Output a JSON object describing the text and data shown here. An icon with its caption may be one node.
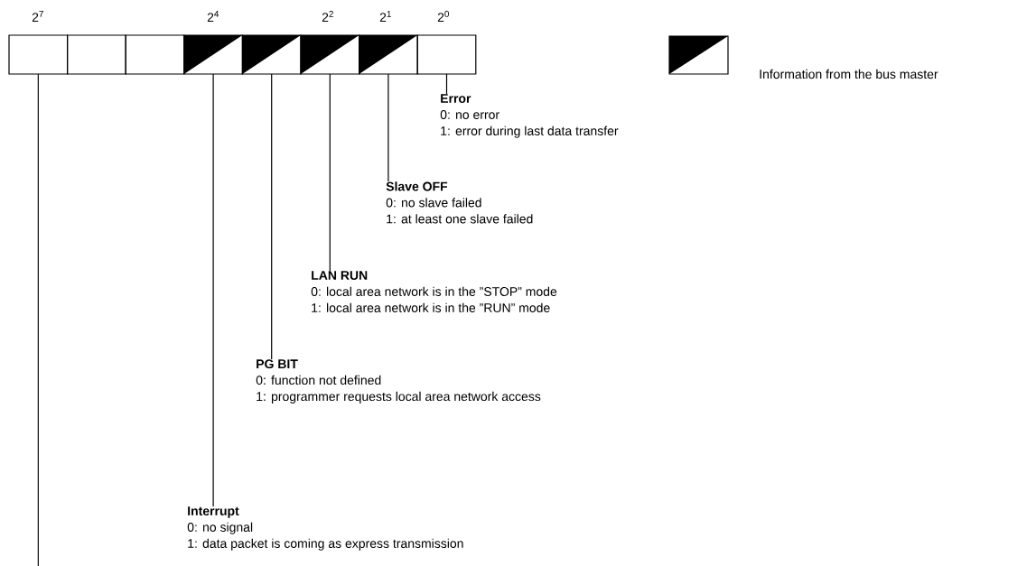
{
  "diagram": {
    "nodes": [
      {
        "text": [],
        "shape": "box"
      },
      {
        "text": [],
        "shape": "box"
      },
      {
        "text": [],
        "shape": "box"
      },
      {
        "text": [],
        "shape": "half-filled-box"
      },
      {
        "text": [],
        "shape": "half-filled-box"
      },
      {
        "text": [],
        "shape": "half-filled-box"
      },
      {
        "text": [],
        "shape": "half-filled-box"
      },
      {
        "text": [],
        "shape": "box"
      },
      {
        "text": [
          "Error",
          "0: no error",
          "1: error during last data transfer"
        ]
      },
      {
        "text": [
          "Slave OFF",
          "0: no slave failed",
          "1: at least one slave failed"
        ]
      },
      {
        "text": [
          "LAN RUN",
          "0: local area network is in the ”STOP” mode",
          "1: local area network is in the ”RUN” mode"
        ]
      },
      {
        "text": [
          "PG BIT",
          "0: function not defined",
          "1: programmer requests local area network access"
        ]
      },
      {
        "text": [
          "Interrupt",
          "0: no signal",
          "1: data packet is coming as express transmission"
        ]
      }
    ],
    "edges": [
      {
        "from": 7,
        "to": 8,
        "arrow": "none"
      },
      {
        "from": 6,
        "to": 9,
        "arrow": "none"
      },
      {
        "from": 5,
        "to": 10,
        "arrow": "none"
      },
      {
        "from": 4,
        "to": 11,
        "arrow": "none"
      },
      {
        "from": 3,
        "to": 12,
        "arrow": "none"
      },
      {
        "from": 0,
        "to": null,
        "arrow": "none"
      }
    ],
    "labels": [
      "2$^{7}$",
      "2$^{4}$",
      "2$^{2}$",
      "2$^{1}$",
      "2$^{0}$"
    ],
    "legend": [
      {
        "text": "Information from the bus master"
      }
    ]
  }
}
